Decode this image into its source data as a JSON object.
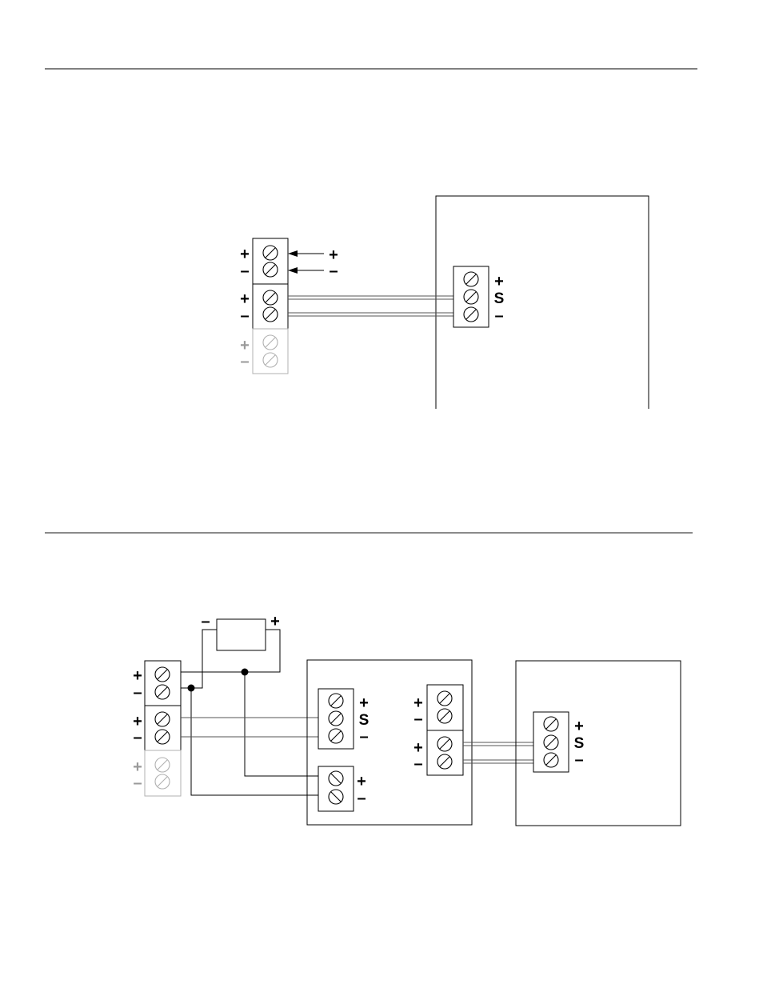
{
  "symbols": {
    "plus": "+",
    "minus": "–",
    "signal": "S"
  },
  "diagram_top": {
    "terminal_block_rows": 3,
    "input_arrows": [
      "+",
      "–"
    ],
    "enclosure_terminal_labels": [
      "+",
      "S",
      "–"
    ]
  },
  "diagram_bottom": {
    "terminal_block_rows": 3,
    "supply_polarity": [
      "–",
      "+"
    ],
    "module_three_pin_labels": [
      "+",
      "S",
      "–"
    ],
    "module_two_pin_labels": [
      "+",
      "–"
    ],
    "module_right_labels": [
      "+",
      "–",
      "+",
      "–"
    ],
    "device_terminal_labels": [
      "+",
      "S",
      "–"
    ]
  }
}
